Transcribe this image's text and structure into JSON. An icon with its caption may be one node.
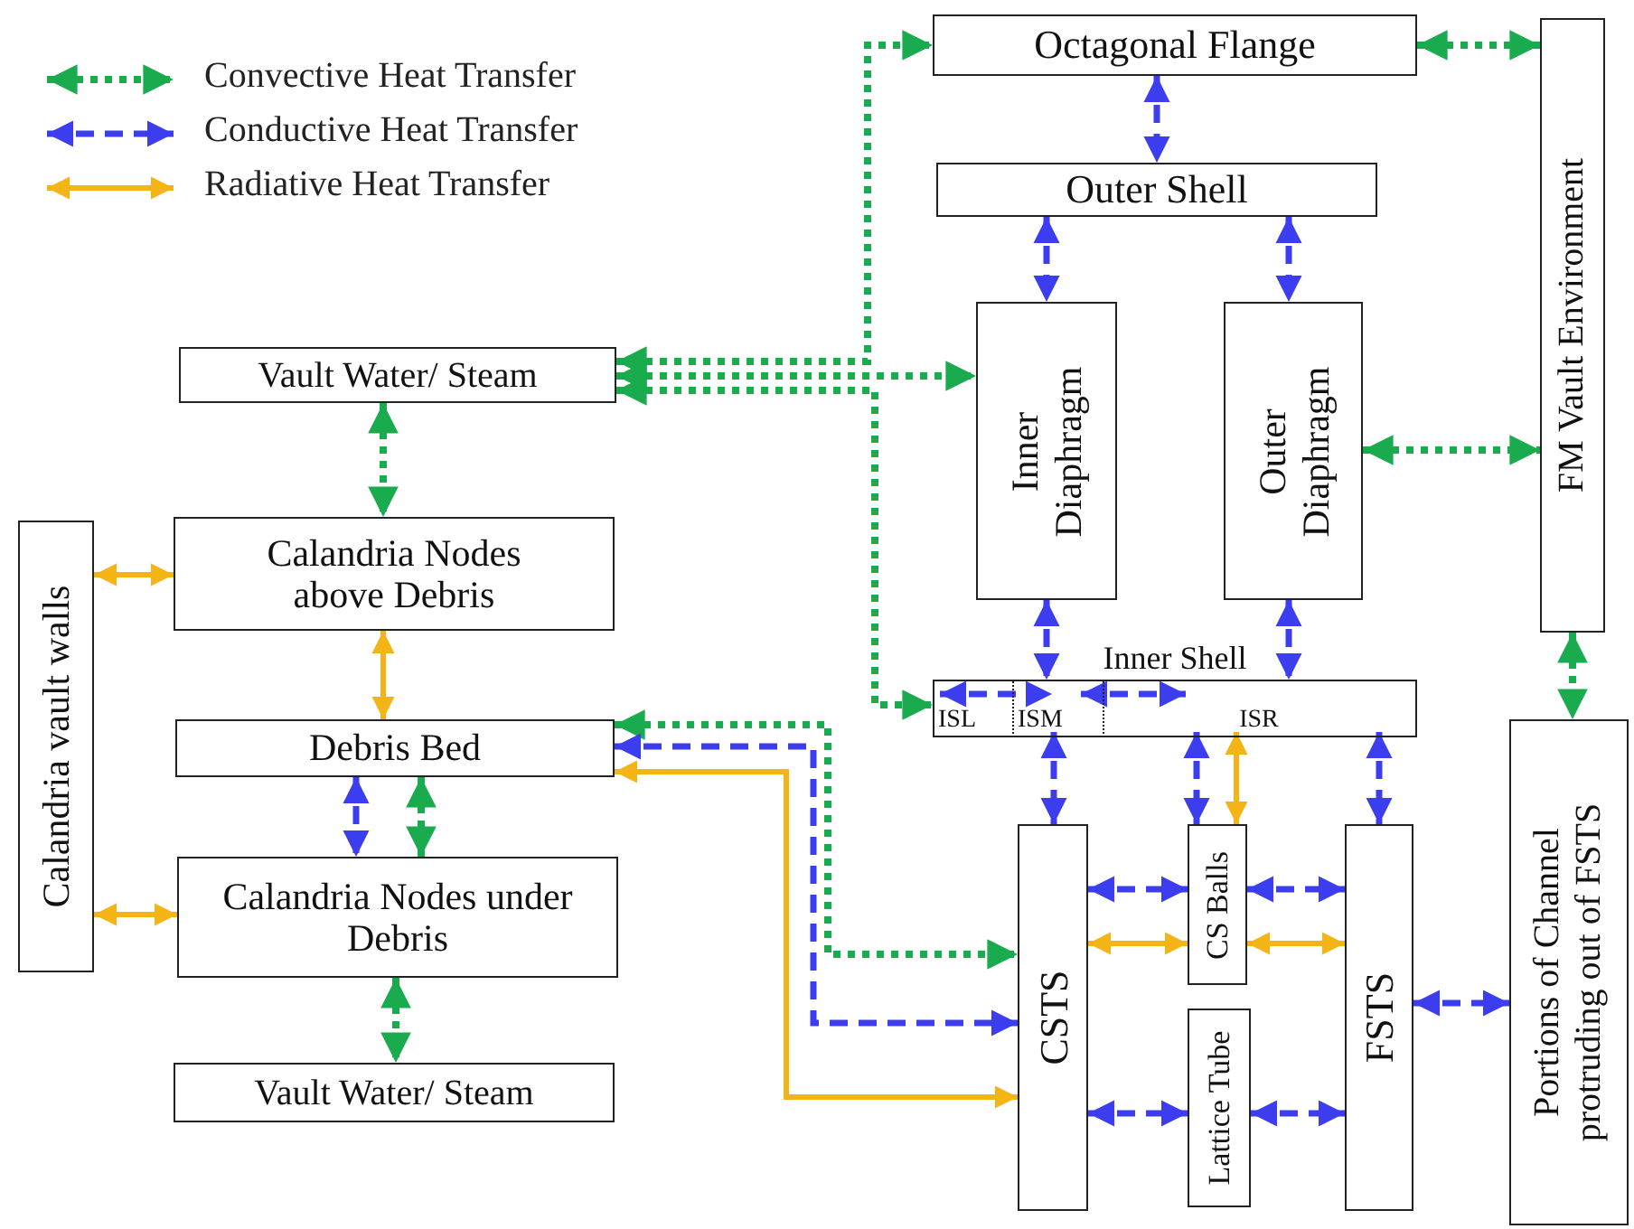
{
  "diagram": {
    "nodes": [
      {
        "text": [
          "Octagonal Flange"
        ]
      },
      {
        "text": [
          "FM Vault Environment"
        ]
      },
      {
        "text": [
          "Outer Shell"
        ]
      },
      {
        "text": [
          "Vault Water/ Steam"
        ]
      },
      {
        "text": [
          "Inner Diaphragm"
        ]
      },
      {
        "text": [
          "Outer Diaphragm"
        ]
      },
      {
        "text": [
          "Calandria vault walls"
        ]
      },
      {
        "text": [
          "Calandria Nodes above Debris"
        ]
      },
      {
        "text": [
          "Inner Shell"
        ]
      },
      {
        "text": [
          "ISL"
        ],
        "in": 8
      },
      {
        "text": [
          "ISM"
        ],
        "in": 8
      },
      {
        "text": [
          "ISR"
        ],
        "in": 8
      },
      {
        "text": [
          "Debris Bed"
        ]
      },
      {
        "text": [
          "Portions of Channel protruding out of FSTS"
        ]
      },
      {
        "text": [
          "CSTS"
        ]
      },
      {
        "text": [
          "CS Balls"
        ]
      },
      {
        "text": [
          "FSTS"
        ]
      },
      {
        "text": [
          "Calandria Nodes under Debris"
        ]
      },
      {
        "text": [
          "Lattice Tube"
        ]
      },
      {
        "text": [
          "Vault Water/ Steam"
        ]
      }
    ],
    "edges": [
      {
        "from": 3,
        "to": 0,
        "arrow": "both",
        "style": "dashed",
        "color": "#1aab4f"
      },
      {
        "from": 3,
        "to": 4,
        "arrow": "both",
        "style": "dashed",
        "color": "#1aab4f"
      },
      {
        "from": 3,
        "to": 9,
        "arrow": "both",
        "style": "dashed",
        "color": "#1aab4f"
      },
      {
        "from": 0,
        "to": 1,
        "arrow": "both",
        "style": "dashed",
        "color": "#1aab4f"
      },
      {
        "from": 5,
        "to": 1,
        "arrow": "both",
        "style": "dashed",
        "color": "#1aab4f"
      },
      {
        "from": 1,
        "to": 13,
        "arrow": "both",
        "style": "dashed",
        "color": "#1aab4f"
      },
      {
        "from": 3,
        "to": 7,
        "arrow": "both",
        "style": "dashed",
        "color": "#1aab4f"
      },
      {
        "from": 7,
        "to": 12,
        "arrow": "both",
        "color": "#f5b416"
      },
      {
        "from": 12,
        "to": 17,
        "arrow": "both",
        "style": "dashed"
      },
      {
        "from": 12,
        "to": 17,
        "arrow": "both",
        "style": "dashed",
        "color": "#1aab4f"
      },
      {
        "from": 17,
        "to": 19,
        "arrow": "both",
        "style": "dashed",
        "color": "#1aab4f"
      },
      {
        "from": 6,
        "to": 7,
        "arrow": "both",
        "color": "#f5b416"
      },
      {
        "from": 6,
        "to": 17,
        "arrow": "both",
        "color": "#f5b416"
      },
      {
        "from": 12,
        "to": 14,
        "arrow": "both",
        "style": "dashed",
        "color": "#1aab4f"
      },
      {
        "from": 12,
        "to": 14,
        "arrow": "both",
        "style": "dashed"
      },
      {
        "from": 12,
        "to": 14,
        "arrow": "both",
        "color": "#f5b416"
      },
      {
        "from": 0,
        "to": 2,
        "arrow": "both",
        "style": "dashed"
      },
      {
        "from": 2,
        "to": 4,
        "arrow": "both",
        "style": "dashed"
      },
      {
        "from": 2,
        "to": 5,
        "arrow": "both",
        "style": "dashed"
      },
      {
        "from": 4,
        "to": 10,
        "arrow": "both",
        "style": "dashed"
      },
      {
        "from": 5,
        "to": 11,
        "arrow": "both",
        "style": "dashed"
      },
      {
        "from": 9,
        "to": 10,
        "arrow": "both",
        "style": "dashed"
      },
      {
        "from": 10,
        "to": 11,
        "arrow": "both",
        "style": "dashed"
      },
      {
        "from": 10,
        "to": 14,
        "arrow": "both",
        "style": "dashed"
      },
      {
        "from": 11,
        "to": 15,
        "arrow": "both",
        "style": "dashed"
      },
      {
        "from": 11,
        "to": 15,
        "arrow": "both",
        "color": "#f5b416"
      },
      {
        "from": 11,
        "to": 16,
        "arrow": "both",
        "style": "dashed"
      },
      {
        "from": 14,
        "to": 15,
        "arrow": "both",
        "style": "dashed"
      },
      {
        "from": 14,
        "to": 15,
        "arrow": "both",
        "color": "#f5b416"
      },
      {
        "from": 15,
        "to": 16,
        "arrow": "both",
        "style": "dashed"
      },
      {
        "from": 15,
        "to": 16,
        "arrow": "both",
        "color": "#f5b416"
      },
      {
        "from": 14,
        "to": 18,
        "arrow": "both",
        "style": "dashed"
      },
      {
        "from": 18,
        "to": 16,
        "arrow": "both",
        "style": "dashed"
      },
      {
        "from": 16,
        "to": 13,
        "arrow": "both",
        "style": "dashed"
      }
    ],
    "legend": [
      {
        "text": "Convective Heat Transfer"
      },
      {
        "text": "Conductive Heat Transfer"
      },
      {
        "text": "Radiative Heat Transfer"
      }
    ]
  }
}
